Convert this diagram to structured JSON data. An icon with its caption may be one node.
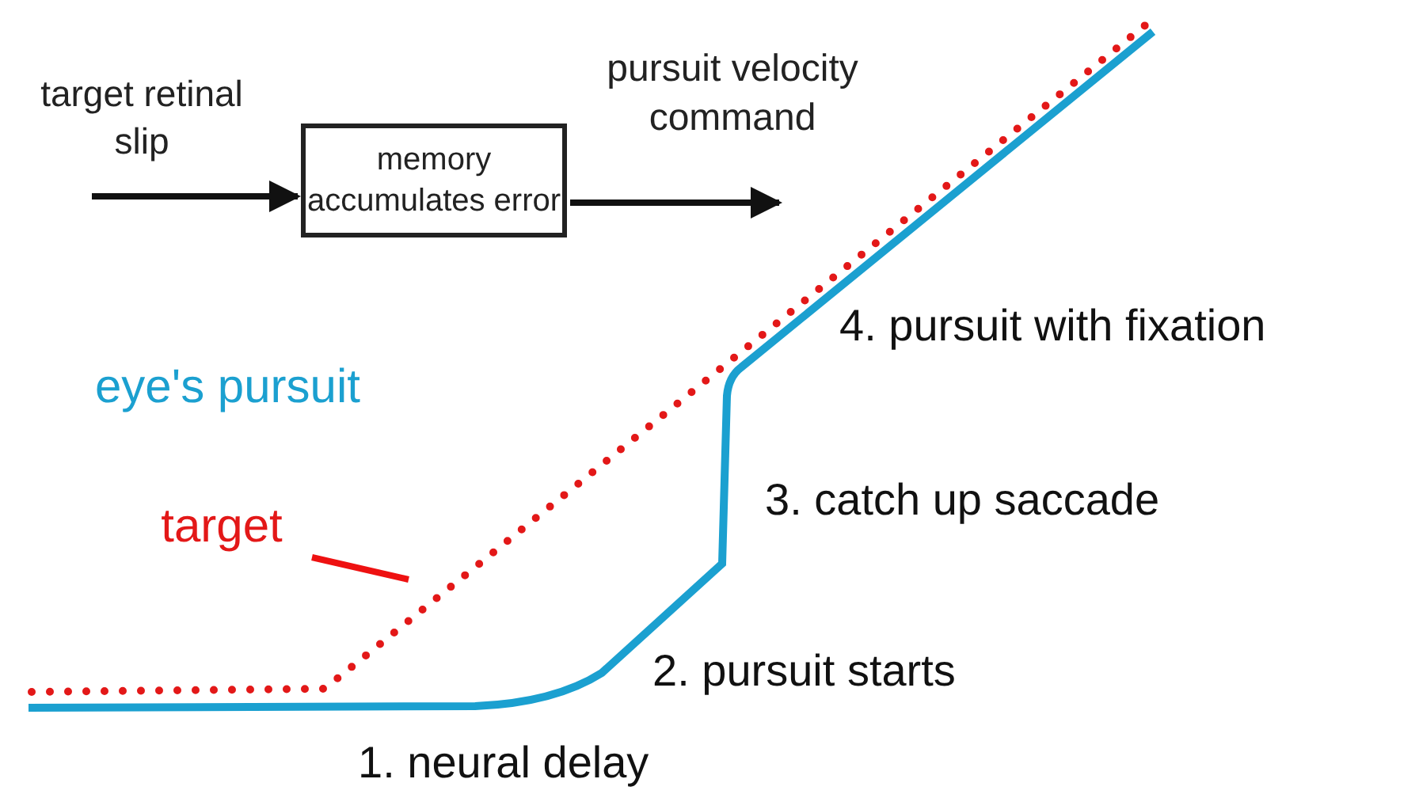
{
  "diagram": {
    "nodes": [
      {
        "text": [
          "target retinal slip"
        ]
      },
      {
        "text": [
          "memory accumulates error"
        ]
      },
      {
        "text": [
          "pursuit velocity command"
        ]
      },
      {
        "text": [
          "target"
        ]
      }
    ],
    "edges": [
      {
        "from": 0,
        "to": 1,
        "arrow": "to"
      },
      {
        "from": 1,
        "to": 2,
        "arrow": "to"
      },
      {
        "from": 3,
        "to": null,
        "arrow": "none",
        "color": "#ee1111"
      }
    ],
    "labels": [
      "eye's pursuit",
      "4. pursuit with fixation",
      "3. catch up saccade",
      "2. pursuit starts",
      "1. neural delay"
    ]
  }
}
